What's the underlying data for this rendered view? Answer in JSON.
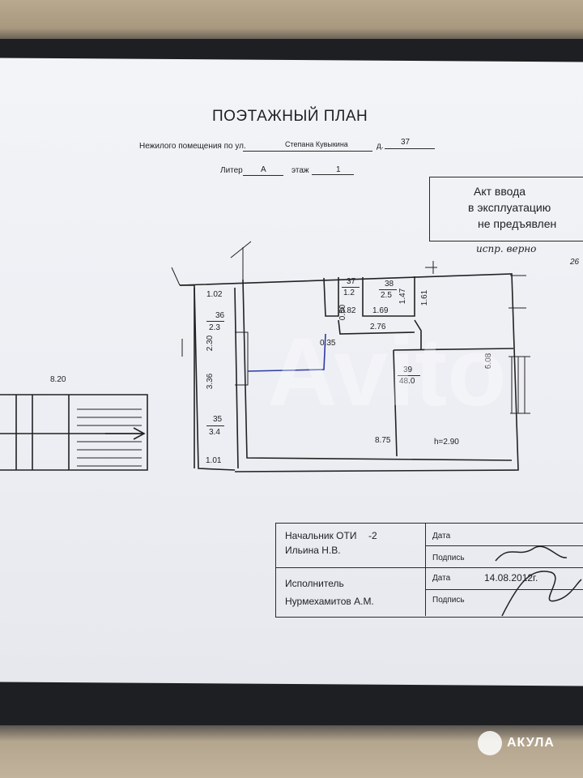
{
  "title": "ПОЭТАЖНЫЙ ПЛАН",
  "subtitle": {
    "prefix": "Нежилого помещения по ул.",
    "street": "Степана Кувыкина",
    "house_label": "д.",
    "house_number": "37"
  },
  "liter": {
    "label": "Литер",
    "value": "А",
    "floor_label": "этаж",
    "floor_value": "1"
  },
  "stamp": {
    "line1": "Акт ввода",
    "line2": "в эксплуатацию",
    "line3": "не предъявлен"
  },
  "handwritten_note": "испр. верно",
  "room_labels": [
    {
      "id": "r36",
      "number": "36",
      "area": "2.3"
    },
    {
      "id": "r35",
      "number": "35",
      "area": "3.4"
    },
    {
      "id": "r37",
      "number": "37",
      "area": "1.2"
    },
    {
      "id": "r38",
      "number": "38",
      "area": "2.5"
    },
    {
      "id": "r39",
      "number": "39",
      "area": "48.0"
    }
  ],
  "dimensions": [
    "1.02",
    "2.30",
    "3.36",
    "1.01",
    "8.20",
    "0.82",
    "1.69",
    "1.47",
    "1.61",
    "0.50",
    "2.76",
    "0.35",
    "6.08",
    "8.75",
    "h=2.90",
    "26"
  ],
  "signature_table": {
    "row1": {
      "role": "Начальник ОТИ",
      "code": "-2",
      "name": "Ильина Н.В.",
      "date_label": "Дата",
      "sign_label": "Подпись"
    },
    "row2": {
      "role": "Исполнитель",
      "name": "Нурмехамитов А.М.",
      "date_label": "Дата",
      "date_value": "14.08.2012г.",
      "sign_label": "Подпись"
    }
  },
  "watermark": "Avito",
  "logo": "АКУЛА"
}
